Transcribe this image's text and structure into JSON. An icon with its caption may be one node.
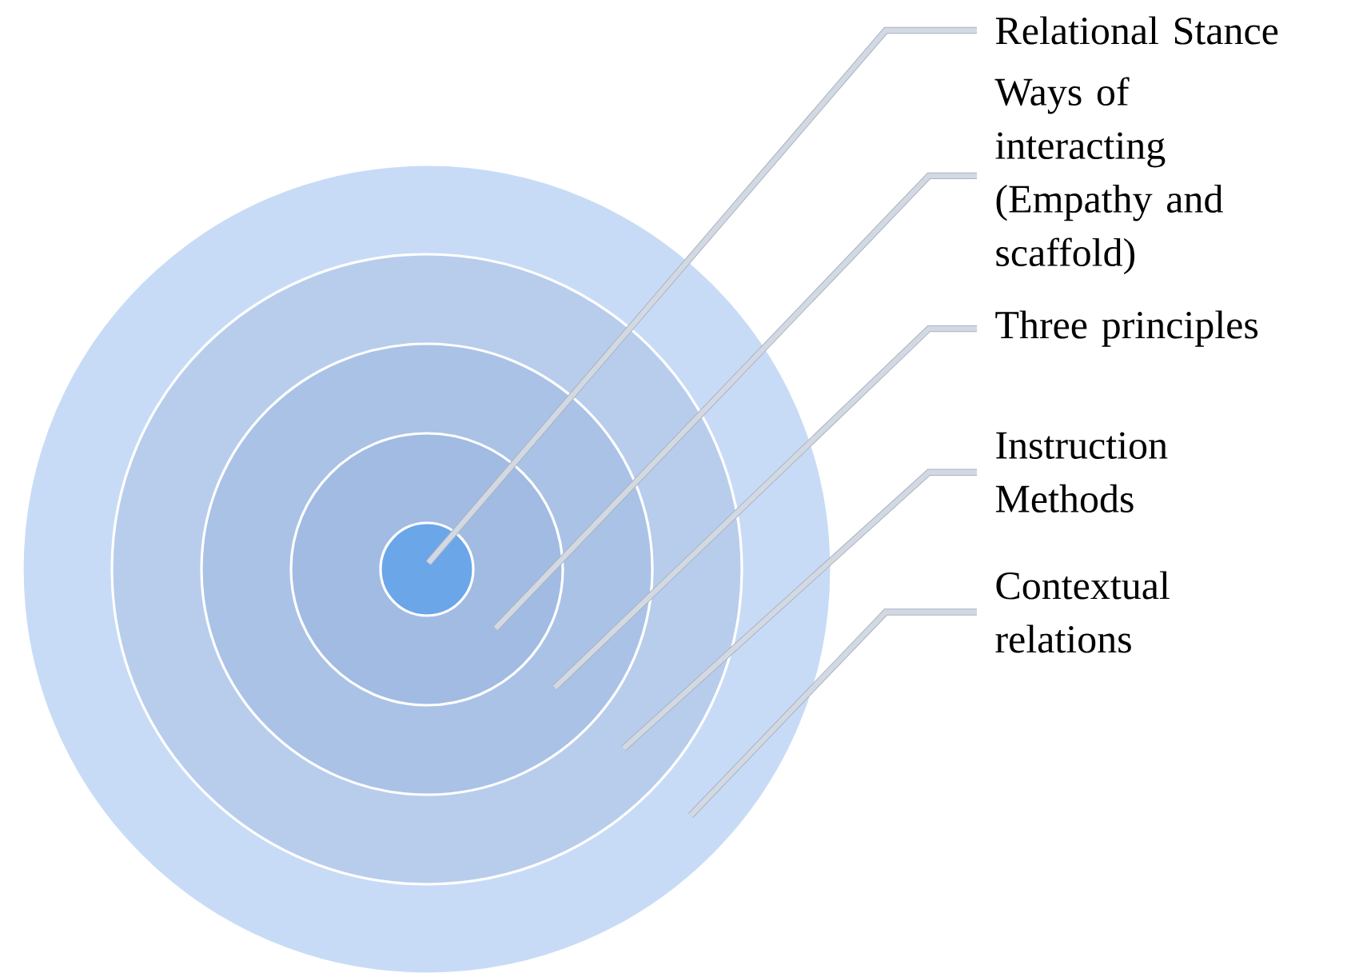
{
  "diagram": {
    "nodes": [
      {
        "text": [],
        "shape": "circle"
      },
      {
        "text": [],
        "shape": "circle",
        "in": 0
      },
      {
        "text": [],
        "shape": "circle",
        "in": 1
      },
      {
        "text": [],
        "shape": "circle",
        "in": 2
      },
      {
        "text": [],
        "shape": "circle",
        "in": 3
      },
      {
        "text": [
          "Relational Stance"
        ]
      },
      {
        "text": [
          "Ways of interacting (Empathy and scaffold)"
        ]
      },
      {
        "text": [
          "Three principles"
        ]
      },
      {
        "text": [
          "Instruction Methods"
        ]
      },
      {
        "text": [
          "Contextual relations"
        ]
      }
    ],
    "edges": [
      {
        "from": 5,
        "to": 4,
        "arrow": "none"
      },
      {
        "from": 6,
        "to": 3,
        "arrow": "none"
      },
      {
        "from": 7,
        "to": 2,
        "arrow": "none"
      },
      {
        "from": 8,
        "to": 1,
        "arrow": "none"
      },
      {
        "from": 9,
        "to": 0,
        "arrow": "none"
      }
    ]
  }
}
